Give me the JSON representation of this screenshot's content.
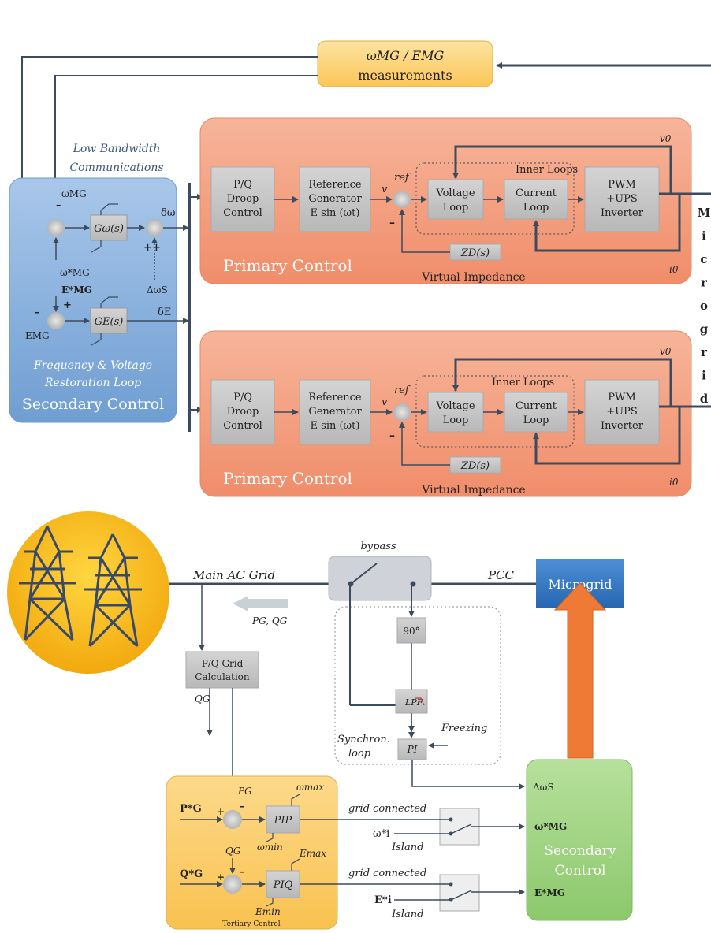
{
  "measurements": {
    "line1": "ωMG / EMG",
    "line2": "measurements"
  },
  "secondary_top": {
    "title": "Secondary Control",
    "loop_label": [
      "Frequency & Voltage",
      "Restoration Loop"
    ],
    "comm": [
      "Low Bandwidth",
      "Communications"
    ],
    "g_omega": "Gω(s)",
    "g_e": "GE(s)",
    "omega_mg": "ωMG",
    "omega_ref": "ω*MG",
    "e_ref": "E*MG",
    "e_mg": "EMG",
    "d_omega": "δω",
    "d_e": "δE",
    "d_omega_s": "ΔωS",
    "plus": "+",
    "minus": "–"
  },
  "primary_units": [
    {
      "title": "Primary Control",
      "droop": [
        "P/Q",
        "Droop",
        "Control"
      ],
      "refgen": [
        "Reference",
        "Generator",
        "E sin (ωt)"
      ],
      "v": "v",
      "ref": "ref",
      "minus": "–",
      "inner_loops": "Inner Loops",
      "voltage_loop": [
        "Voltage",
        "Loop"
      ],
      "current_loop": [
        "Current",
        "Loop"
      ],
      "pwm": [
        "PWM",
        "+UPS",
        "Inverter"
      ],
      "zd": "ZD(s)",
      "virtual_impedance": "Virtual Impedance",
      "v0": "v0",
      "i0": "i0"
    },
    {
      "title": "Primary Control",
      "droop": [
        "P/Q",
        "Droop",
        "Control"
      ],
      "refgen": [
        "Reference",
        "Generator",
        "E sin (ωt)"
      ],
      "v": "v",
      "ref": "ref",
      "minus": "–",
      "inner_loops": "Inner Loops",
      "voltage_loop": [
        "Voltage",
        "Loop"
      ],
      "current_loop": [
        "Current",
        "Loop"
      ],
      "pwm": [
        "PWM",
        "+UPS",
        "Inverter"
      ],
      "zd": "ZD(s)",
      "virtual_impedance": "Virtual Impedance",
      "v0": "v0",
      "i0": "i0"
    }
  ],
  "microgrid_vertical": [
    "M",
    "i",
    "c",
    "r",
    "o",
    "g",
    "r",
    "i",
    "d"
  ],
  "bottom": {
    "main_grid": "Main AC Grid",
    "bypass": "bypass",
    "pcc": "PCC",
    "microgrid": "Microgrid",
    "pg_qg": "PG, QG",
    "pq_grid_calc": [
      "P/Q Grid",
      "Calculation"
    ],
    "qg": "QG",
    "phase": "90°",
    "lpf": "LPF",
    "pi": "PI",
    "freezing": "Freezing",
    "synchron": [
      "Synchron.",
      "loop"
    ],
    "d_omega_s": "ΔωS",
    "omega_ref_mg": "ω*MG",
    "e_ref_mg": "E*MG",
    "secondary": [
      "Secondary",
      "Control"
    ],
    "tertiary": "Tertiary Control",
    "p_ref": "P*G",
    "q_ref": "Q*G",
    "pg": "PG",
    "qg2": "QG",
    "pi_p": "PIP",
    "pi_q": "PIQ",
    "omega_max": "ωmax",
    "omega_min": "ωmin",
    "e_max": "Emax",
    "e_min": "Emin",
    "grid_connected": "grid connected",
    "island": "Island",
    "omega_i": "ω*i",
    "e_i": "E*i",
    "plus": "+",
    "minus": "–"
  },
  "colors": {
    "line": "#3d4b5e",
    "primary_fill": "#f4a07e",
    "secondary_fill": "#8fb4de",
    "measure_fill": "#fdd67e",
    "tertiary_fill": "#fcd06a",
    "green_fill": "#a6d68a",
    "microgrid_blue": "#2f78c4",
    "arrow_orange": "#ee7a35",
    "tower_circle": "#f5b618"
  }
}
